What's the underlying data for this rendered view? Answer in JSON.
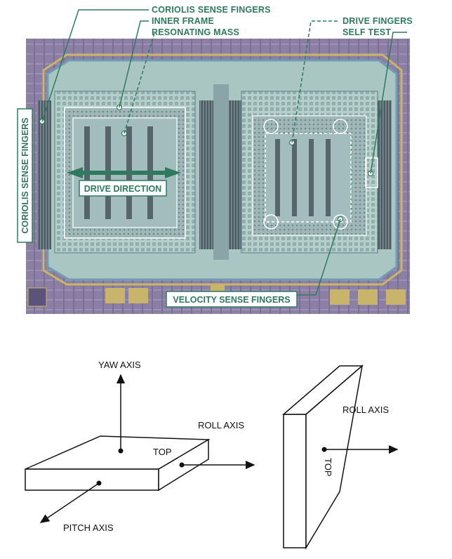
{
  "micrograph": {
    "labels": {
      "coriolis_top": "CORIOLIS SENSE FINGERS",
      "inner_frame": "INNER FRAME",
      "resonating_mass": "RESONATING MASS",
      "drive_fingers": "DRIVE FINGERS",
      "self_test": "SELF TEST",
      "coriolis_side": "CORIOLIS SENSE FINGERS",
      "drive_direction": "DRIVE DIRECTION",
      "velocity_sense": "VELOCITY SENSE FINGERS"
    },
    "colors": {
      "label_green": "#2f7a5e",
      "chip_purple": "#8a7fa6",
      "structure_teal": "#a9c9c4",
      "frame_blue": "#7fa6b8",
      "gold": "#c8b46a"
    }
  },
  "orientation": {
    "flat": {
      "yaw_axis": "YAW AXIS",
      "roll_axis": "ROLL AXIS",
      "pitch_axis": "PITCH AXIS",
      "top": "TOP"
    },
    "upright": {
      "roll_axis": "ROLL AXIS",
      "top": "TOP"
    }
  }
}
